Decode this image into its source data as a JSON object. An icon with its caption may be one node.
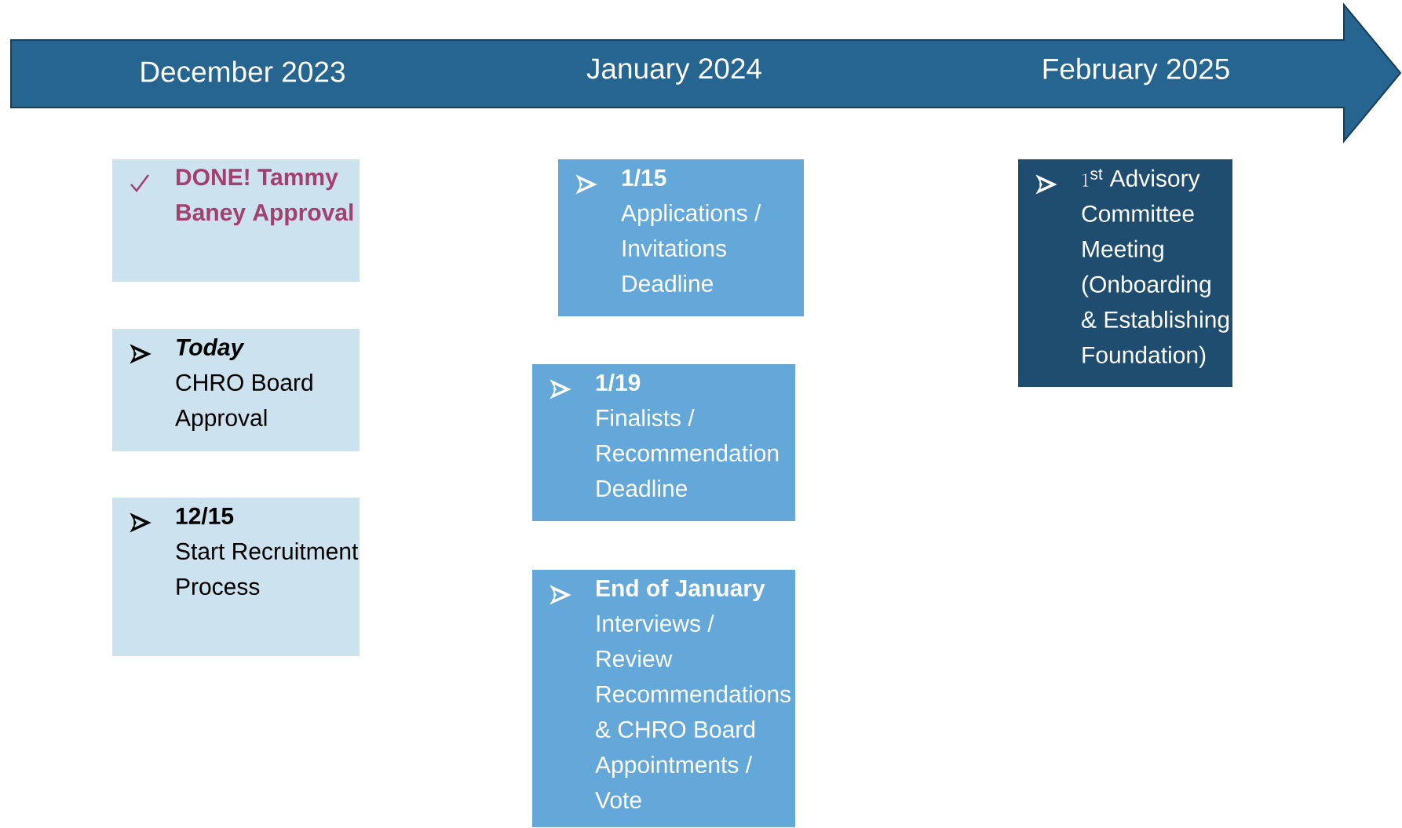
{
  "diagram": {
    "nodes": [
      {
        "text": [
          "December 2023",
          "January 2024",
          "February 2025"
        ]
      },
      {
        "text": [
          "DONE! Tammy Baney Approval"
        ]
      },
      {
        "text": [
          "Today",
          "CHRO Board Approval"
        ]
      },
      {
        "text": [
          "12/15",
          "Start Recruitment Process"
        ]
      },
      {
        "text": [
          "1/15",
          "Applications / Invitations Deadline"
        ]
      },
      {
        "text": [
          "1/19",
          "Finalists / Recommendation Deadline"
        ]
      },
      {
        "text": [
          "End of January",
          "Interviews / Review Recommendations & CHRO Board Appointments / Vote"
        ]
      },
      {
        "text": [
          "1^{\\mathrm{st}}",
          "Advisory Committee Meeting (Onboarding & Establishing Foundation)"
        ]
      }
    ]
  }
}
